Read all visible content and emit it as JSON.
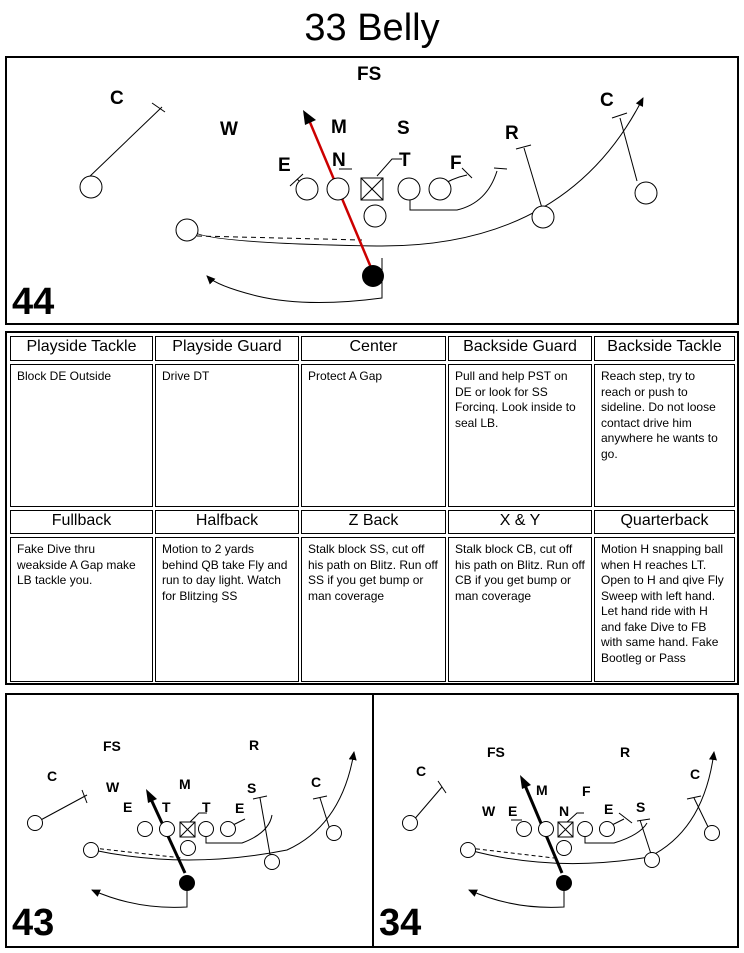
{
  "title": "33 Belly",
  "diagrams": {
    "main": {
      "number": "44",
      "labels": {
        "fs": "FS",
        "c_left": "C",
        "w": "W",
        "m": "M",
        "s": "S",
        "c_right": "C",
        "r": "R",
        "e": "E",
        "n": "N",
        "t": "T",
        "f": "F"
      }
    },
    "d43": {
      "number": "43",
      "labels": {
        "fs": "FS",
        "r": "R",
        "c_left": "C",
        "w": "W",
        "m": "M",
        "s": "S",
        "c_right": "C",
        "e_left": "E",
        "t_left": "T",
        "t_right": "T",
        "e_right": "E"
      }
    },
    "d34": {
      "number": "34",
      "labels": {
        "fs": "FS",
        "r": "R",
        "c_left": "C",
        "m": "M",
        "f": "F",
        "c_right": "C",
        "w": "W",
        "e_left": "E",
        "n": "N",
        "e_right": "E",
        "s": "S"
      }
    }
  },
  "assignments": [
    {
      "position": "Playside Tackle",
      "text": "Block DE Outside"
    },
    {
      "position": "Playside Guard",
      "text": "Drive DT"
    },
    {
      "position": "Center",
      "text": "Protect A Gap"
    },
    {
      "position": "Backside Guard",
      "text": "Pull and help PST on DE or look for SS Forcinq.  Look inside to seal LB."
    },
    {
      "position": "Backside Tackle",
      "text": "Reach step, try to reach or push to sideline.  Do not loose contact drive him anywhere he wants to go."
    },
    {
      "position": "Fullback",
      "text": "Fake Dive thru weakside A  Gap make LB tackle you."
    },
    {
      "position": "Halfback",
      "text": "Motion to 2 yards behind QB take Fly and run to day light. Watch for Blitzing SS"
    },
    {
      "position": "Z Back",
      "text": "Stalk block SS, cut off his path on Blitz.  Run off SS if you get bump or man coverage"
    },
    {
      "position": "X & Y",
      "text": "Stalk block CB, cut off his path on Blitz.  Run off CB if you get bump or man coverage"
    },
    {
      "position": "Quarterback",
      "text": "Motion H snapping ball when H reaches LT.  Open to H and qive Fly Sweep with left hand.  Let hand ride with H and fake Dive to FB with same hand.  Fake Bootleg or Pass"
    }
  ]
}
